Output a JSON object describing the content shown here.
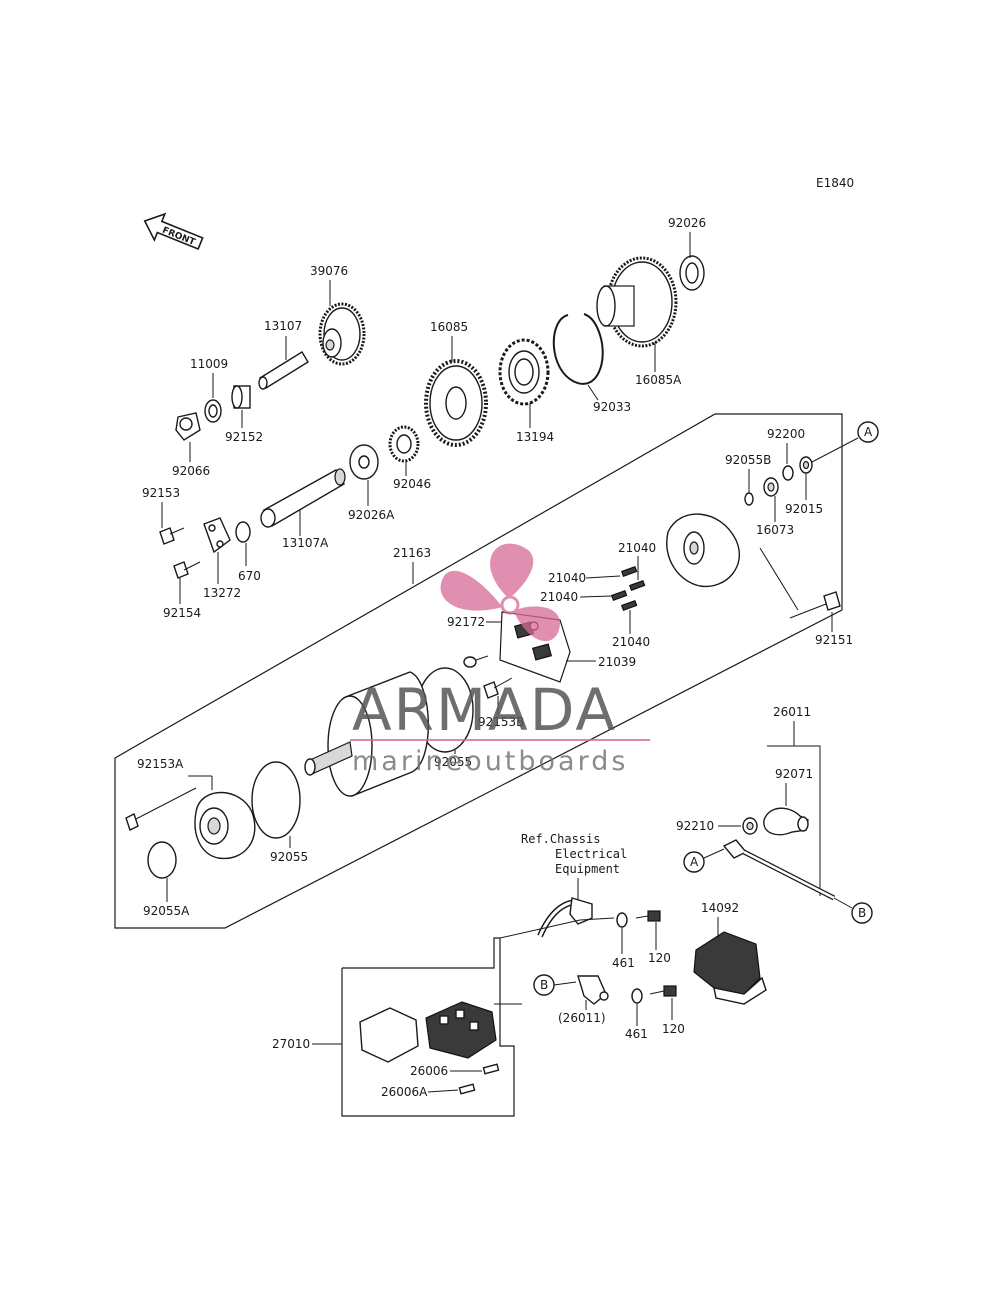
{
  "diagram_code": "E1840",
  "front_label": "FRONT",
  "watermark": {
    "title": "ARMADA",
    "subtitle": "marineoutboards",
    "accent": "#d86a97"
  },
  "reference_note": [
    "Ref.Chassis",
    "Electrical",
    "Equipment"
  ],
  "callouts": {
    "A_upper": "A",
    "A_lower": "A",
    "B_right": "B",
    "B_left": "B"
  },
  "parts": {
    "p39076": "39076",
    "p13107": "13107",
    "p11009": "11009",
    "p92152": "92152",
    "p92066": "92066",
    "p16085": "16085",
    "p13194": "13194",
    "p92033": "92033",
    "p92026": "92026",
    "p16085A": "16085A",
    "p92026A": "92026A",
    "p92046": "92046",
    "p13107A": "13107A",
    "p92153": "92153",
    "p13272": "13272",
    "p670": "670",
    "p92154": "92154",
    "p21163": "21163",
    "p92200": "92200",
    "p92055B": "92055B",
    "p92015": "92015",
    "p16073": "16073",
    "p21040_a": "21040",
    "p21040_b": "21040",
    "p21040_c": "21040",
    "p21040_d": "21040",
    "p92172": "92172",
    "p21039": "21039",
    "p92153B": "92153B",
    "p92151": "92151",
    "p92055_a": "92055",
    "p92055_b": "92055",
    "p92153A": "92153A",
    "p92055A": "92055A",
    "p26011": "26011",
    "p92071": "92071",
    "p92210": "92210",
    "p461_a": "461",
    "p120_a": "120",
    "p14092": "14092",
    "p461_b": "461",
    "p120_b": "120",
    "p26011_ref": "(26011)",
    "p27010": "27010",
    "p26006": "26006",
    "p26006A": "26006A"
  }
}
